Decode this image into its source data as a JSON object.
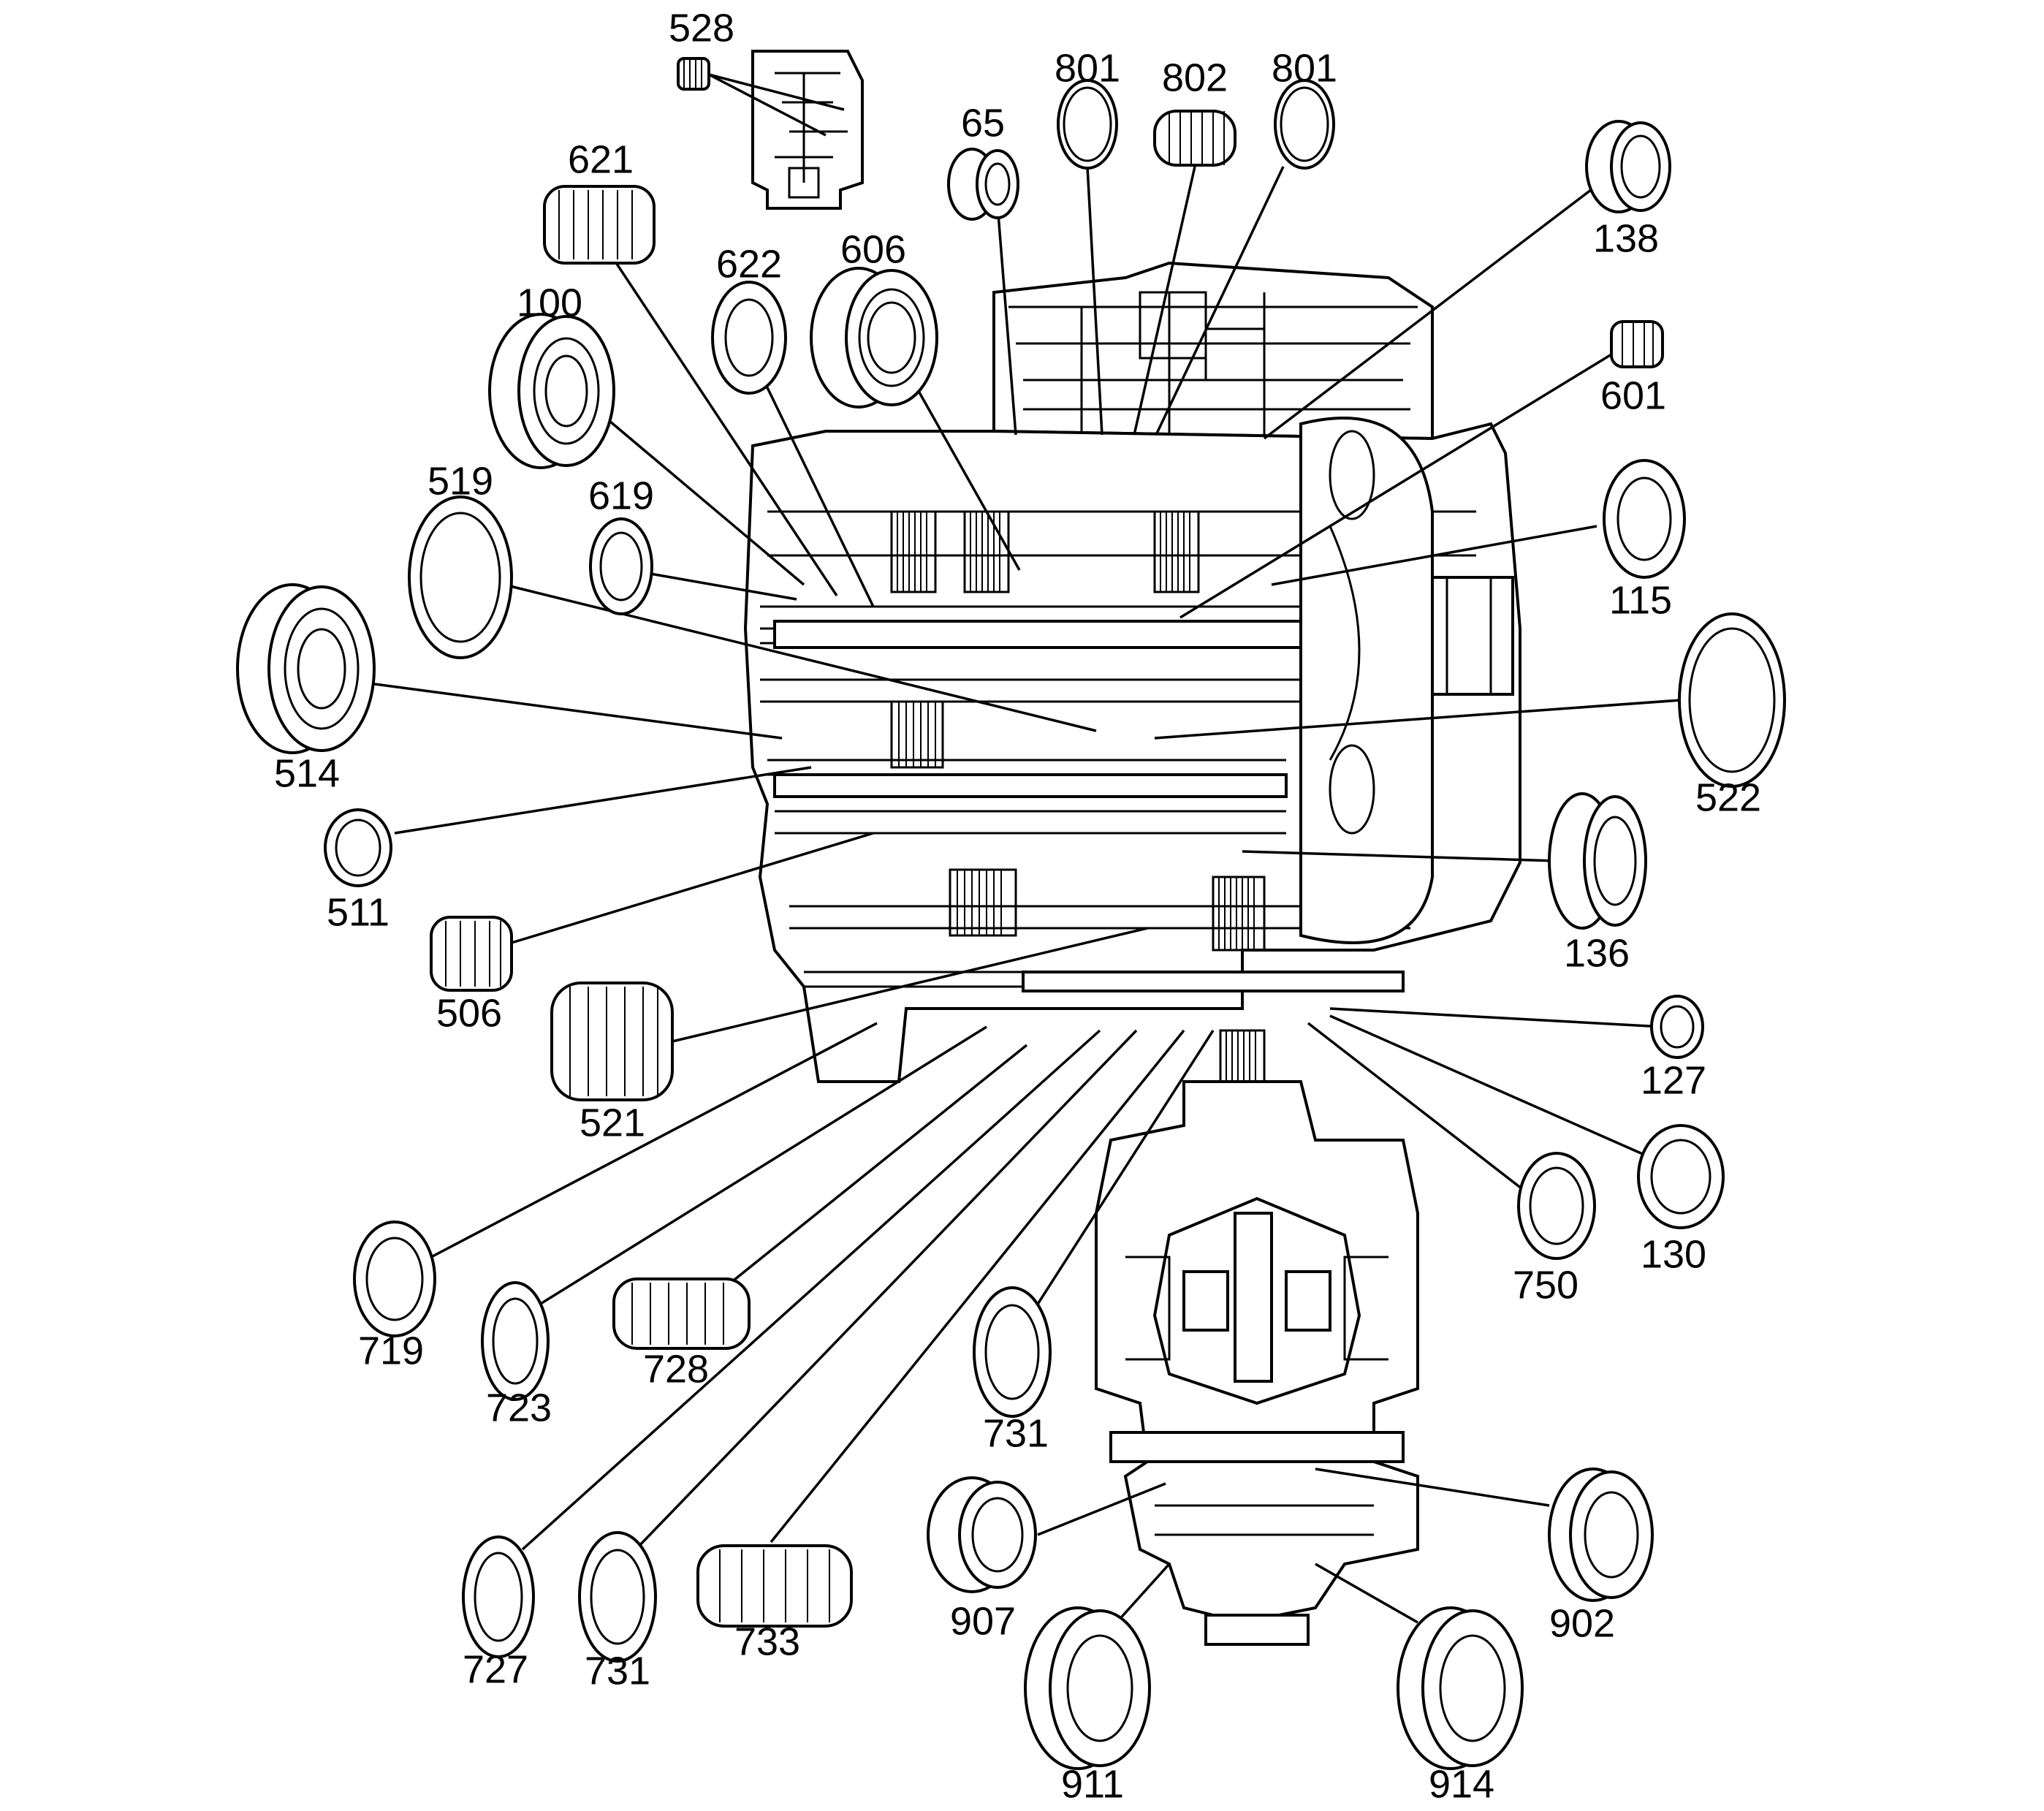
{
  "diagram": {
    "labels": {
      "l528": "528",
      "l801a": "801",
      "l802": "802",
      "l801b": "801",
      "l65": "65",
      "l621": "621",
      "l138": "138",
      "l622": "622",
      "l606": "606",
      "l100": "100",
      "l601": "601",
      "l519": "519",
      "l619": "619",
      "l115": "115",
      "l514": "514",
      "l522": "522",
      "l511": "511",
      "l136": "136",
      "l506": "506",
      "l521": "521",
      "l127": "127",
      "l130": "130",
      "l750": "750",
      "l719": "719",
      "l723": "723",
      "l728": "728",
      "l731a": "731",
      "l907": "907",
      "l902": "902",
      "l727": "727",
      "l731b": "731",
      "l733": "733",
      "l911": "911",
      "l914": "914"
    }
  }
}
